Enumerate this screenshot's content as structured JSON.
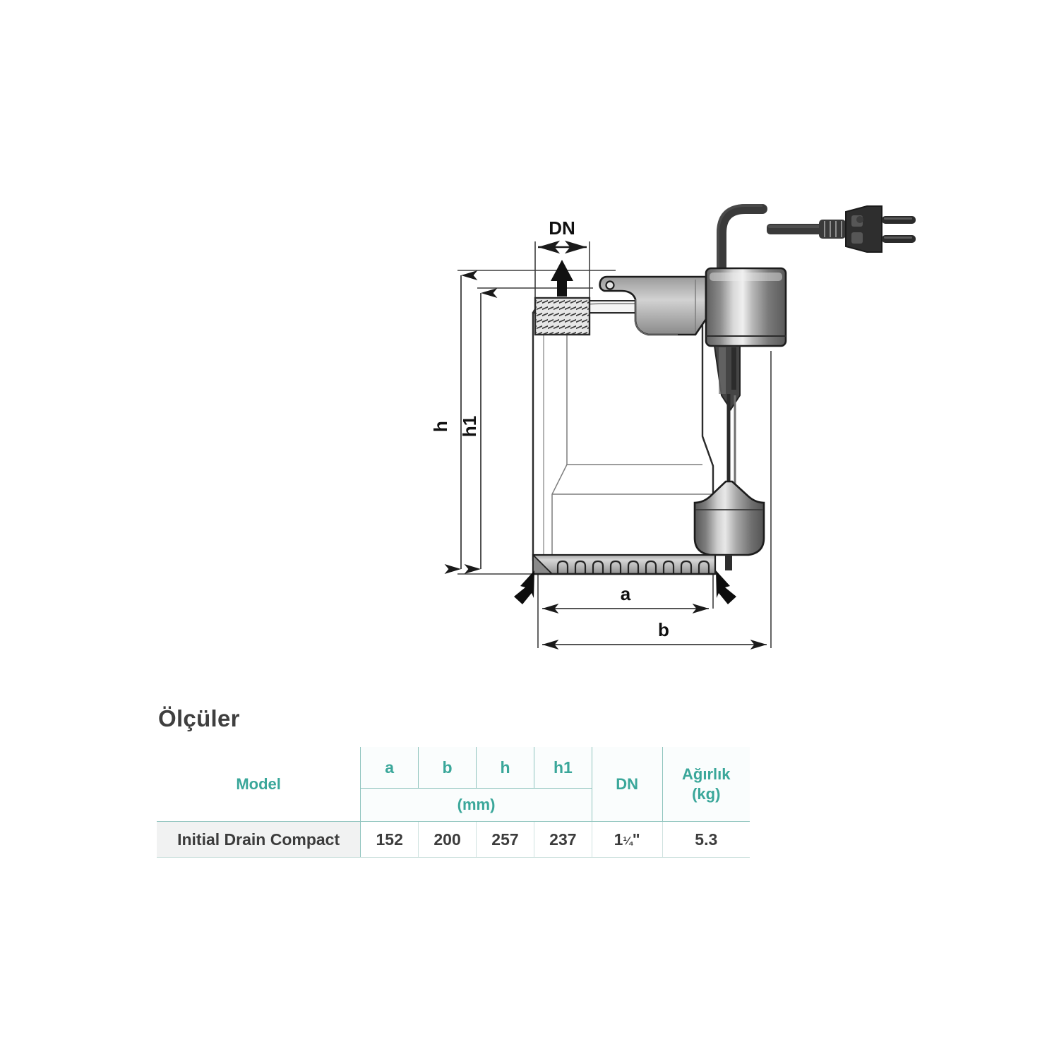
{
  "drawing": {
    "title": "submersible-drainage-pump-dimension-drawing",
    "dimension_labels": {
      "dn": "DN",
      "h": "h",
      "h1": "h1",
      "a": "a",
      "b": "b"
    },
    "components": [
      "threaded-discharge-outlet",
      "carry-handle",
      "cable-entry-housing",
      "power-cable",
      "schuko-plug",
      "float-switch",
      "pump-body",
      "strainer-base"
    ]
  },
  "dimensions_section": {
    "title": "Ölçüler",
    "accent_color": "#3aa79a",
    "table": {
      "model_header": "Model",
      "letter_headers": [
        "a",
        "b",
        "h",
        "h1"
      ],
      "unit_header": "(mm)",
      "dn_header": "DN",
      "weight_header_line1": "Ağırlık",
      "weight_header_line2": "(kg)",
      "rows": [
        {
          "model": "Initial Drain Compact",
          "a": "152",
          "b": "200",
          "h": "257",
          "h1": "237",
          "dn_whole": "1",
          "dn_fraction": "¼",
          "dn_unit": "\"",
          "weight": "5.3"
        }
      ]
    }
  }
}
